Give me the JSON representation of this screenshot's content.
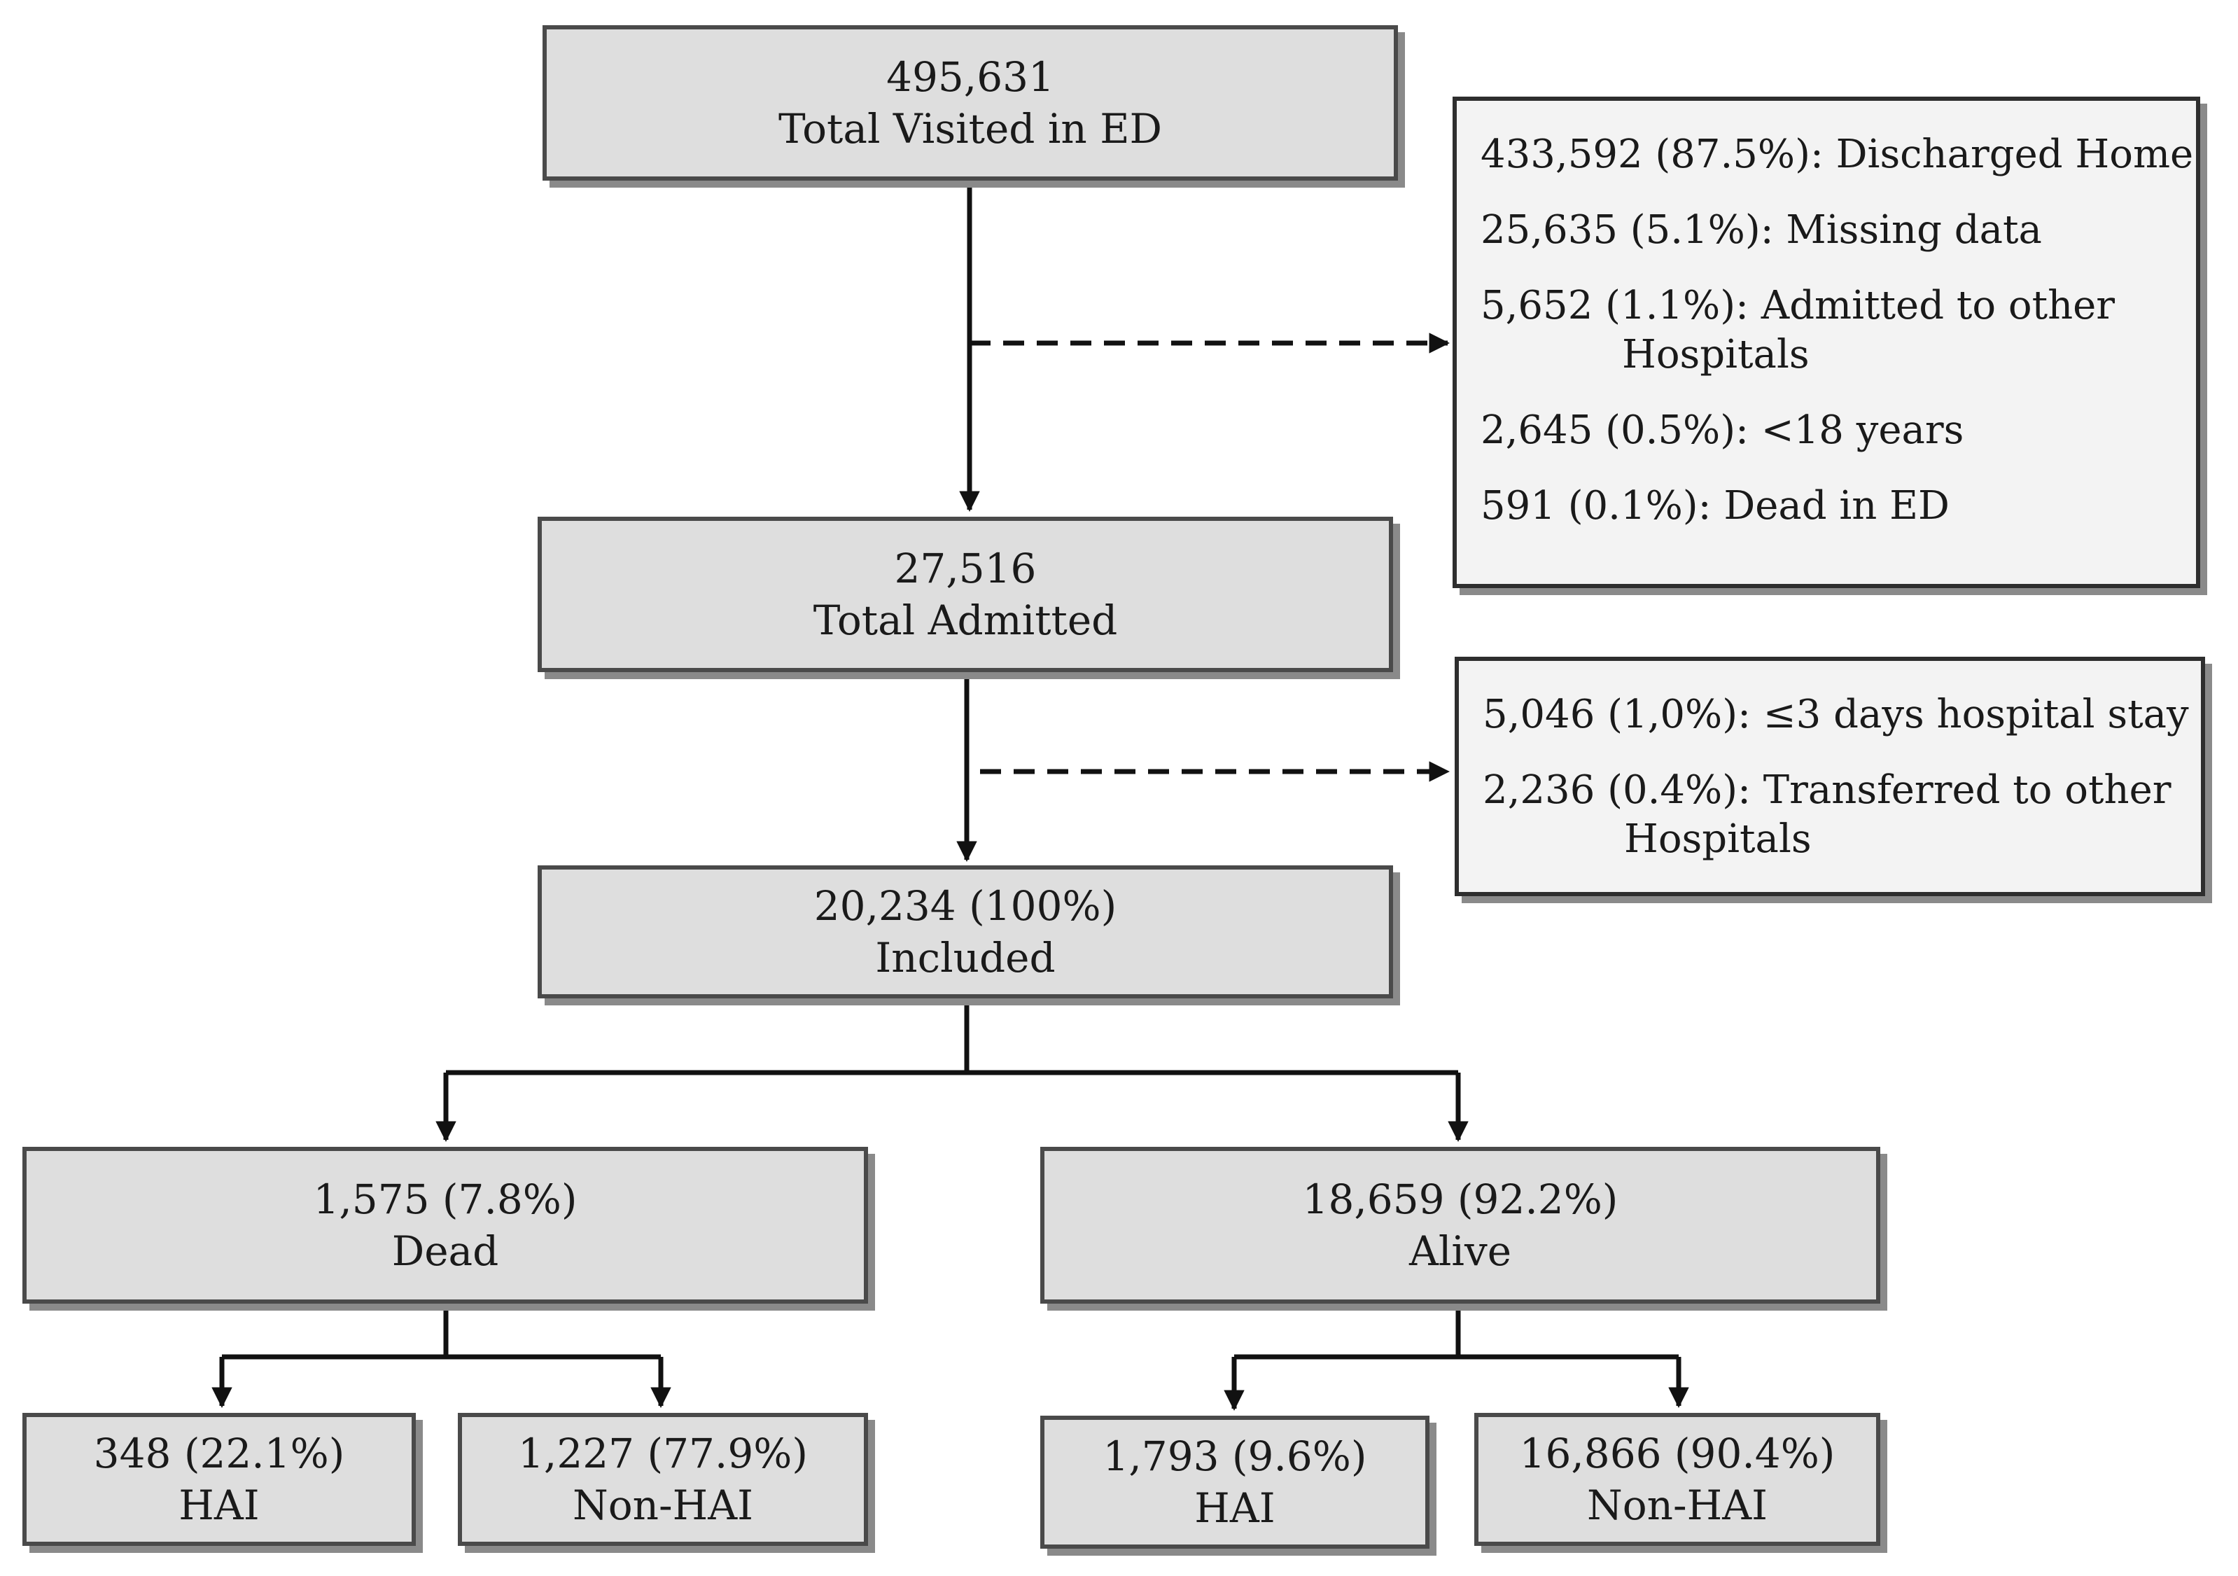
{
  "nodes": {
    "ed": {
      "value": "495,631",
      "label": "Total Visited in ED"
    },
    "admitted": {
      "value": "27,516",
      "label": "Total Admitted"
    },
    "included": {
      "value": "20,234 (100%)",
      "label": "Included"
    },
    "dead": {
      "value": "1,575 (7.8%)",
      "label": "Dead"
    },
    "alive": {
      "value": "18,659 (92.2%)",
      "label": "Alive"
    },
    "dead_hai": {
      "value": "348 (22.1%)",
      "label": "HAI"
    },
    "dead_nonhai": {
      "value": "1,227 (77.9%)",
      "label": "Non-HAI"
    },
    "alive_hai": {
      "value": "1,793 (9.6%)",
      "label": "HAI"
    },
    "alive_nonhai": {
      "value": "16,866 (90.4%)",
      "label": "Non-HAI"
    }
  },
  "exclusions_1": [
    {
      "text": "433,592 (87.5%): Discharged Home"
    },
    {
      "text": "25,635 (5.1%): Missing data"
    },
    {
      "text": "5,652 (1.1%): Admitted to other",
      "cont": "Hospitals"
    },
    {
      "text": "2,645 (0.5%): <18 years"
    },
    {
      "text": "591 (0.1%): Dead in ED"
    }
  ],
  "exclusions_2": [
    {
      "text": "5,046 (1,0%): ≤3 days hospital stay"
    },
    {
      "text": "2,236 (0.4%): Transferred to other",
      "cont": "Hospitals"
    }
  ]
}
